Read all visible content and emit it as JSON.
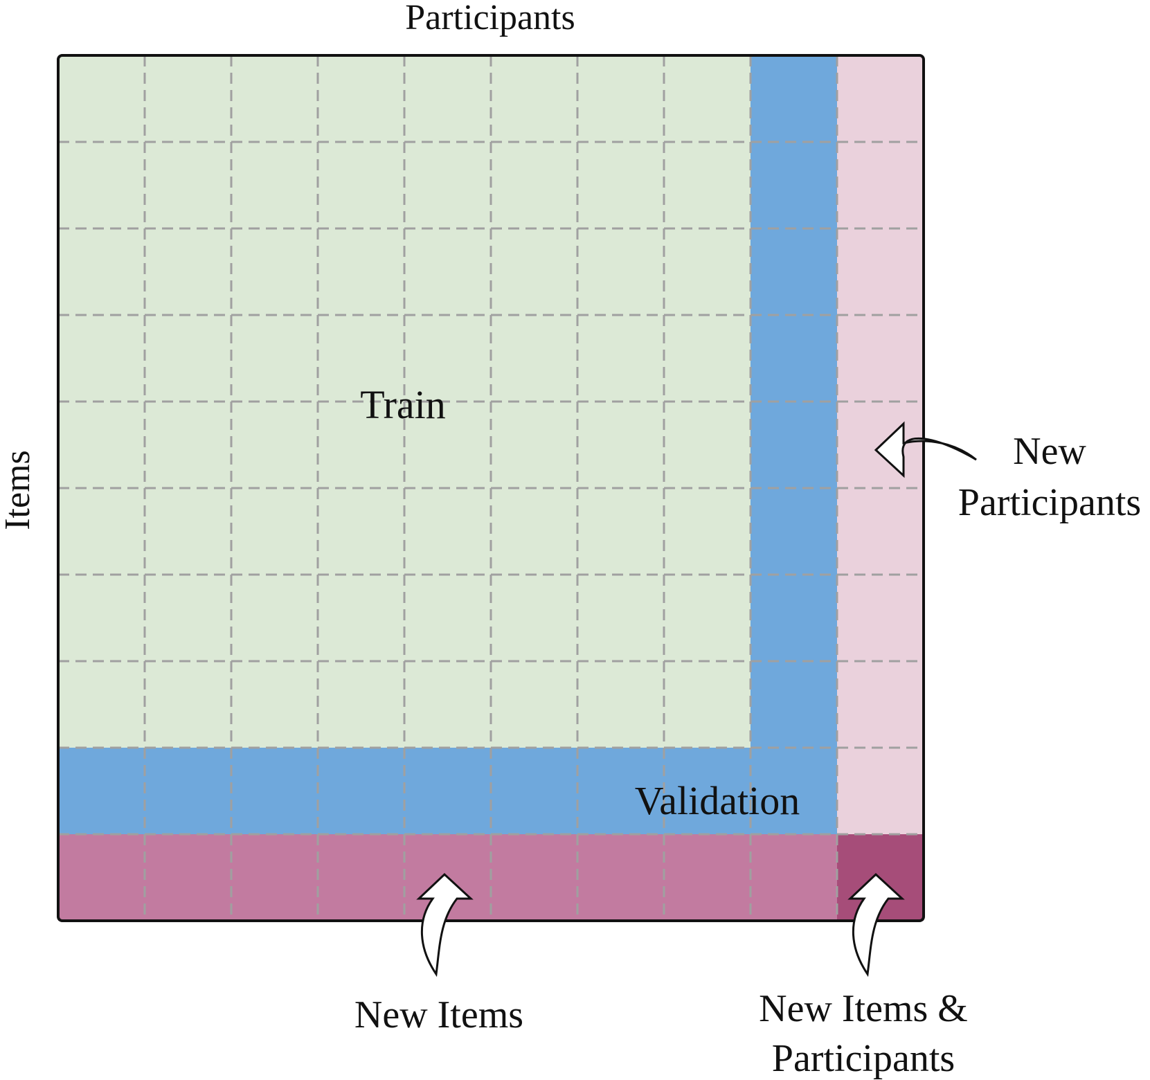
{
  "labels": {
    "top_axis": "Participants",
    "left_axis": "Items",
    "train": "Train",
    "validation": "Validation",
    "new_participants_line1": "New",
    "new_participants_line2": "Participants",
    "new_items": "New Items",
    "new_both_line1": "New Items &",
    "new_both_line2": "Participants"
  },
  "grid": {
    "columns": 10,
    "rows": 10
  },
  "regions": {
    "train": {
      "color": "#dce9d6",
      "columns": [
        1,
        8
      ],
      "rows": [
        1,
        8
      ]
    },
    "validation": {
      "color": "#6fa8dc",
      "columns": [
        1,
        9
      ],
      "rows": [
        1,
        9
      ]
    },
    "new_participants": {
      "color": "#ead1dc",
      "columns": [
        10,
        10
      ],
      "rows": [
        1,
        9
      ]
    },
    "new_items": {
      "color": "#c27ba0",
      "columns": [
        1,
        9
      ],
      "rows": [
        10,
        10
      ]
    },
    "new_items_and_participants": {
      "color": "#a64d79",
      "columns": [
        10,
        10
      ],
      "rows": [
        10,
        10
      ]
    }
  },
  "colors": {
    "border": "#111111",
    "gridline": "#a0a0a0"
  }
}
